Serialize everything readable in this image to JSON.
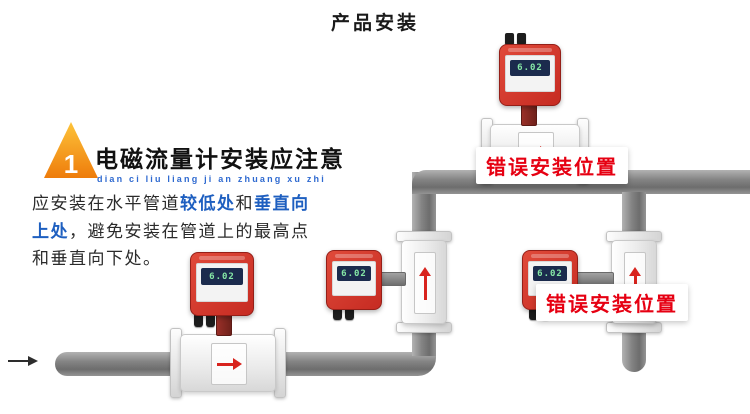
{
  "page": {
    "title": "产品安装"
  },
  "notice": {
    "badge_number": "1",
    "heading": "电磁流量计安装应注意",
    "pinyin": "dian ci liu liang ji an zhuang xu zhi",
    "body": [
      {
        "text": "应安装在水平管道",
        "highlight": false
      },
      {
        "text": "较低处",
        "highlight": true
      },
      {
        "text": "和",
        "highlight": false
      },
      {
        "text": "垂直向上处",
        "highlight": true
      },
      {
        "text": "，避免安装在管道上的最高点和垂直向下处。",
        "highlight": false
      }
    ]
  },
  "diagram": {
    "error_labels": [
      "错误安装位置",
      "错误安装位置"
    ],
    "meters": [
      {
        "id": "bottom-horizontal",
        "display": "6.02"
      },
      {
        "id": "middle-vertical",
        "display": "6.02"
      },
      {
        "id": "top-horizontal",
        "display": "6.02"
      },
      {
        "id": "right-vertical",
        "display": "6.02"
      }
    ]
  },
  "colors": {
    "meter_red": "#cd2f27",
    "pipe_gray": "#858585",
    "error_red": "#e60012",
    "highlight_blue": "#1e5fc0",
    "badge_orange": "#f08519"
  }
}
